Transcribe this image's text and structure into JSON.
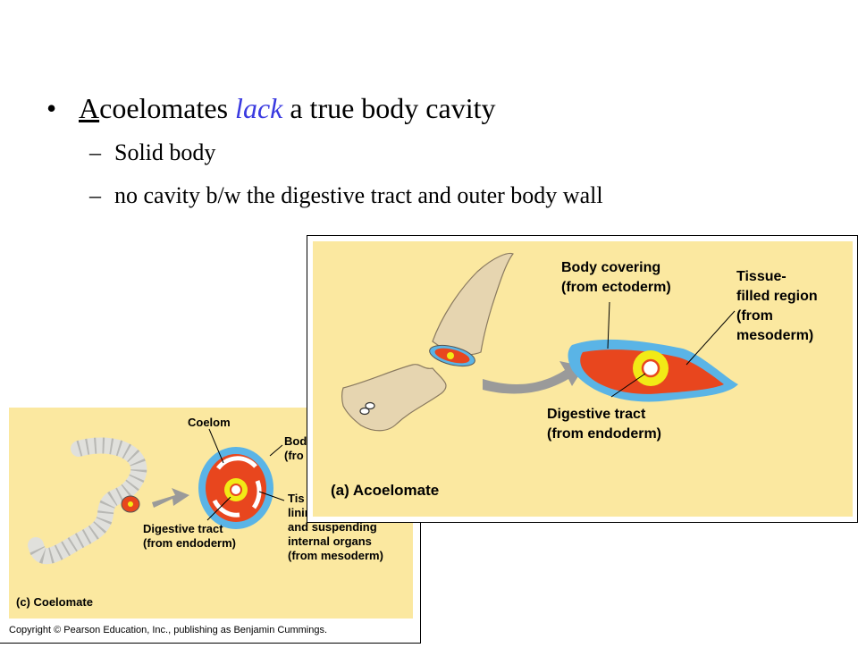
{
  "slide": {
    "bullet": {
      "first_letter": "A",
      "pre": "coelomates ",
      "emphasis": "lack",
      "post": " a true body cavity"
    },
    "sub_bullets": [
      "Solid body",
      "no cavity b/w the digestive tract and outer body wall"
    ],
    "bullet_glyph": "•",
    "dash_glyph": "–"
  },
  "figure_acoelomate": {
    "label_body_covering_1": "Body covering",
    "label_body_covering_2": "(from ectoderm)",
    "label_tissue_1": "Tissue-",
    "label_tissue_2": "filled region",
    "label_tissue_3": "(from",
    "label_tissue_4": "mesoderm)",
    "label_digestive_1": "Digestive tract",
    "label_digestive_2": "(from endoderm)",
    "caption": "(a) Acoelomate",
    "colors": {
      "background": "#fbe8a0",
      "ectoderm": "#5ab4e6",
      "mesoderm": "#e8461e",
      "endoderm": "#f2ea16"
    }
  },
  "figure_coelomate": {
    "label_coelom": "Coelom",
    "label_body_partial_1": "Bod",
    "label_body_partial_2": "(fro",
    "label_tissue_partial_1": "Tis",
    "label_tissue_partial_2": "linin",
    "label_tissue_3": "and suspending",
    "label_tissue_4": "internal organs",
    "label_tissue_5": "(from mesoderm)",
    "label_digestive_1": "Digestive tract",
    "label_digestive_2": "(from endoderm)",
    "caption": "(c) Coelomate",
    "copyright": "Copyright © Pearson Education, Inc., publishing as Benjamin Cummings."
  }
}
